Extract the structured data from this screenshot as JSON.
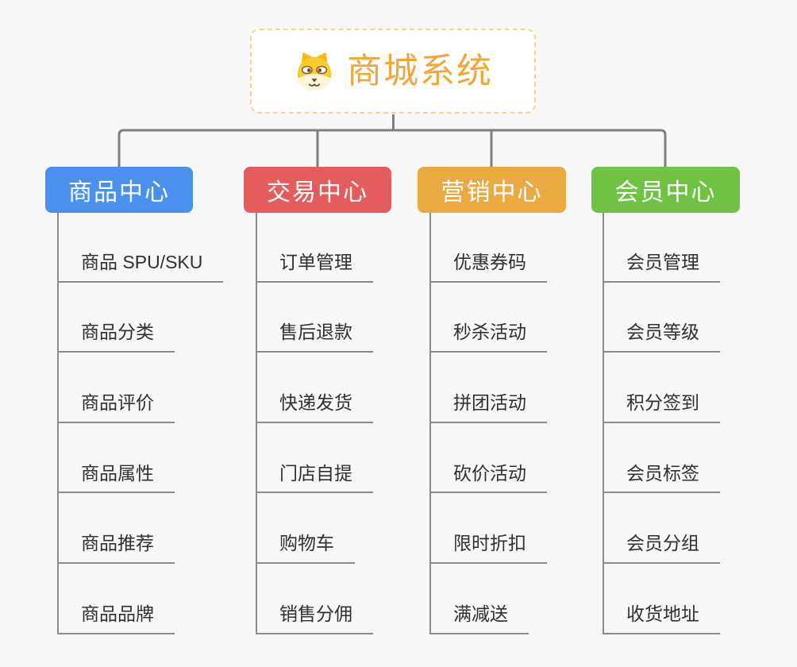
{
  "canvas": {
    "background": "#f7f7f7"
  },
  "root": {
    "title": "商城系统",
    "icon": "shiba-dog-icon",
    "text_color": "#f1a63d",
    "border_color": "#f6d492"
  },
  "connector": {
    "tree_color": "#7f7f7f",
    "underline_color": "#8b8b8b"
  },
  "child_text_color": "#303030",
  "branches": [
    {
      "label": "商品中心",
      "color": "#4a90ec",
      "children": [
        "商品 SPU/SKU",
        "商品分类",
        "商品评价",
        "商品属性",
        "商品推荐",
        "商品品牌"
      ]
    },
    {
      "label": "交易中心",
      "color": "#e55c5c",
      "children": [
        "订单管理",
        "售后退款",
        "快递发货",
        "门店自提",
        "购物车",
        "销售分佣"
      ]
    },
    {
      "label": "营销中心",
      "color": "#ebaa41",
      "children": [
        "优惠券码",
        "秒杀活动",
        "拼团活动",
        "砍价活动",
        "限时折扣",
        "满减送"
      ]
    },
    {
      "label": "会员中心",
      "color": "#6fc243",
      "children": [
        "会员管理",
        "会员等级",
        "积分签到",
        "会员标签",
        "会员分组",
        "收货地址"
      ]
    }
  ]
}
